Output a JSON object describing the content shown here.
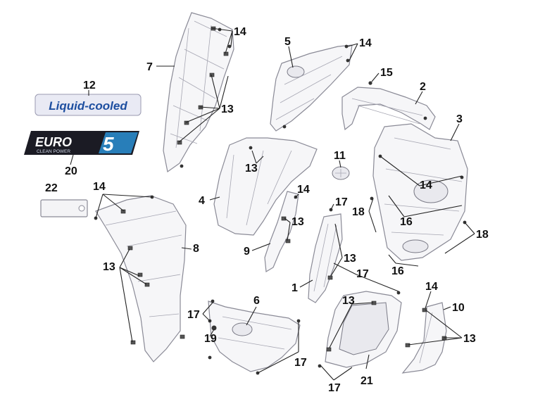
{
  "callouts": {
    "c1": "1",
    "c2": "2",
    "c3": "3",
    "c4": "4",
    "c5": "5",
    "c6": "6",
    "c7": "7",
    "c8": "8",
    "c9": "9",
    "c10": "10",
    "c11": "11",
    "c12": "12",
    "c13": "13",
    "c14": "14",
    "c15": "15",
    "c16": "16",
    "c17": "17",
    "c18": "18",
    "c19": "19",
    "c20": "20",
    "c21": "21",
    "c22": "22"
  },
  "decals": {
    "liquid_cooled": "Liquid-cooled",
    "euro_brand": "EURO",
    "euro_number": "5",
    "euro_tagline": "CLEAN POWER"
  },
  "colors": {
    "ink": "#111111",
    "leader": "#222222",
    "part_stroke": "#8a8a96",
    "part_fill": "#f6f6f8",
    "decal_blue": "#1e4fa0",
    "decal_dark": "#1b1b24",
    "euro_accent": "#2a8fd4"
  }
}
